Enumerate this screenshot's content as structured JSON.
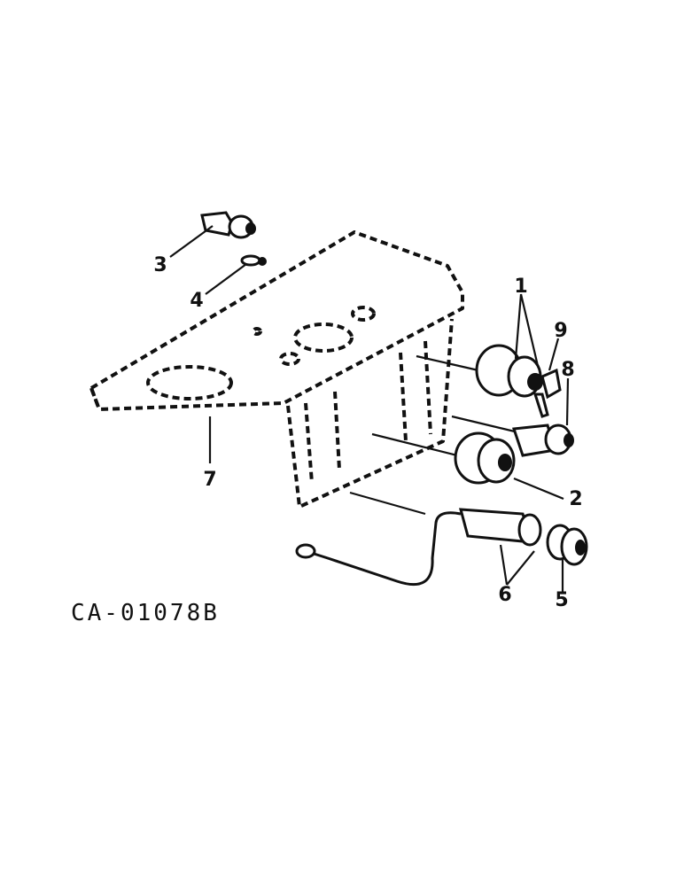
{
  "figure": {
    "reference_code": "CA-01078B",
    "callouts": [
      "1",
      "2",
      "3",
      "4",
      "5",
      "6",
      "7",
      "8",
      "9"
    ]
  }
}
